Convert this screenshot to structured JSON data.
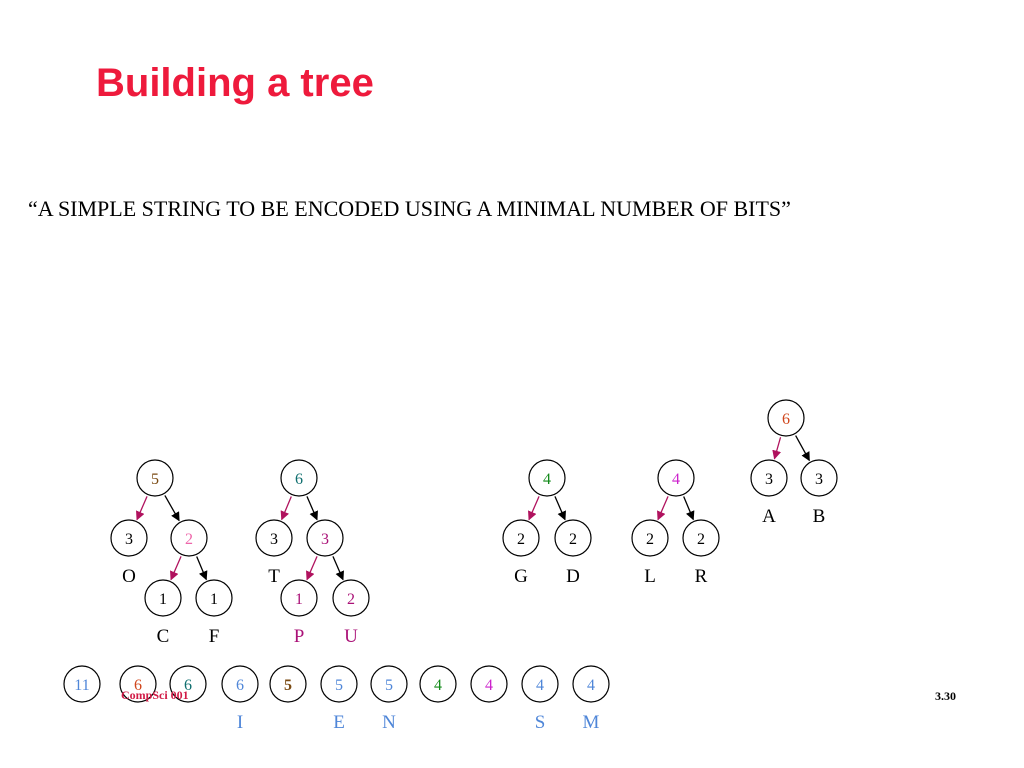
{
  "slide": {
    "title": "Building a tree",
    "quote": "“A SIMPLE STRING TO BE ENCODED USING A MINIMAL NUMBER OF BITS”",
    "footer_left": "CompSci 001",
    "page_number": "3.30"
  },
  "colors": {
    "title": "#ee1a3c",
    "pink_arrow": "#b0125e",
    "black": "#000000",
    "brown": "#7a4a12",
    "teal": "#0e6e6e",
    "green": "#138a1a",
    "magenta": "#cc22cc",
    "orange_red": "#d0451b",
    "pink": "#ee66aa",
    "purple": "#aa1177",
    "blue": "#4f86d8"
  },
  "diagram": {
    "nodes": [
      {
        "id": "o_root",
        "value": "5",
        "color": "brown"
      },
      {
        "id": "o_left",
        "value": "3",
        "color": "black",
        "letter": "O",
        "letter_color": "black"
      },
      {
        "id": "o_right",
        "value": "2",
        "color": "pink"
      },
      {
        "id": "c_node",
        "value": "1",
        "color": "black",
        "letter": "C",
        "letter_color": "black"
      },
      {
        "id": "f_node",
        "value": "1",
        "color": "black",
        "letter": "F",
        "letter_color": "black"
      },
      {
        "id": "t_root",
        "value": "6",
        "color": "teal"
      },
      {
        "id": "t_left",
        "value": "3",
        "color": "black",
        "letter": "T",
        "letter_color": "black"
      },
      {
        "id": "t_right",
        "value": "3",
        "color": "purple"
      },
      {
        "id": "p_node",
        "value": "1",
        "color": "purple",
        "letter": "P",
        "letter_color": "purple"
      },
      {
        "id": "u_node",
        "value": "2",
        "color": "purple",
        "letter": "U",
        "letter_color": "purple"
      },
      {
        "id": "g_root",
        "value": "4",
        "color": "green"
      },
      {
        "id": "g_node",
        "value": "2",
        "color": "black",
        "letter": "G",
        "letter_color": "black"
      },
      {
        "id": "d_node",
        "value": "2",
        "color": "black",
        "letter": "D",
        "letter_color": "black"
      },
      {
        "id": "l_root",
        "value": "4",
        "color": "magenta"
      },
      {
        "id": "l_node",
        "value": "2",
        "color": "black",
        "letter": "L",
        "letter_color": "black"
      },
      {
        "id": "r_node",
        "value": "2",
        "color": "black",
        "letter": "R",
        "letter_color": "black"
      },
      {
        "id": "a_root",
        "value": "6",
        "color": "orange_red"
      },
      {
        "id": "a_node",
        "value": "3",
        "color": "black",
        "letter": "A",
        "letter_color": "black"
      },
      {
        "id": "b_node",
        "value": "3",
        "color": "black",
        "letter": "B",
        "letter_color": "black"
      },
      {
        "id": "q1",
        "value": "11",
        "color": "blue"
      },
      {
        "id": "q2",
        "value": "6",
        "color": "orange_red"
      },
      {
        "id": "q3",
        "value": "6",
        "color": "teal"
      },
      {
        "id": "q4",
        "value": "6",
        "color": "blue",
        "letter": "I",
        "letter_color": "blue"
      },
      {
        "id": "q5",
        "value": "5",
        "color": "brown",
        "bold": true
      },
      {
        "id": "q6",
        "value": "5",
        "color": "blue",
        "letter": "E",
        "letter_color": "blue"
      },
      {
        "id": "q7",
        "value": "5",
        "color": "blue",
        "letter": "N",
        "letter_color": "blue"
      },
      {
        "id": "q8",
        "value": "4",
        "color": "green"
      },
      {
        "id": "q9",
        "value": "4",
        "color": "magenta"
      },
      {
        "id": "q10",
        "value": "4",
        "color": "blue",
        "letter": "S",
        "letter_color": "blue"
      },
      {
        "id": "q11",
        "value": "4",
        "color": "blue",
        "letter": "M",
        "letter_color": "blue"
      }
    ],
    "edges": [
      {
        "from": "o_root",
        "to": "o_left",
        "color": "pink_arrow"
      },
      {
        "from": "o_root",
        "to": "o_right",
        "color": "black"
      },
      {
        "from": "o_right",
        "to": "c_node",
        "color": "pink_arrow"
      },
      {
        "from": "o_right",
        "to": "f_node",
        "color": "black"
      },
      {
        "from": "t_root",
        "to": "t_left",
        "color": "pink_arrow"
      },
      {
        "from": "t_root",
        "to": "t_right",
        "color": "black"
      },
      {
        "from": "t_right",
        "to": "p_node",
        "color": "pink_arrow"
      },
      {
        "from": "t_right",
        "to": "u_node",
        "color": "black"
      },
      {
        "from": "g_root",
        "to": "g_node",
        "color": "pink_arrow"
      },
      {
        "from": "g_root",
        "to": "d_node",
        "color": "black"
      },
      {
        "from": "l_root",
        "to": "l_node",
        "color": "pink_arrow"
      },
      {
        "from": "l_root",
        "to": "r_node",
        "color": "black"
      },
      {
        "from": "a_root",
        "to": "a_node",
        "color": "pink_arrow"
      },
      {
        "from": "a_root",
        "to": "b_node",
        "color": "black"
      }
    ]
  }
}
